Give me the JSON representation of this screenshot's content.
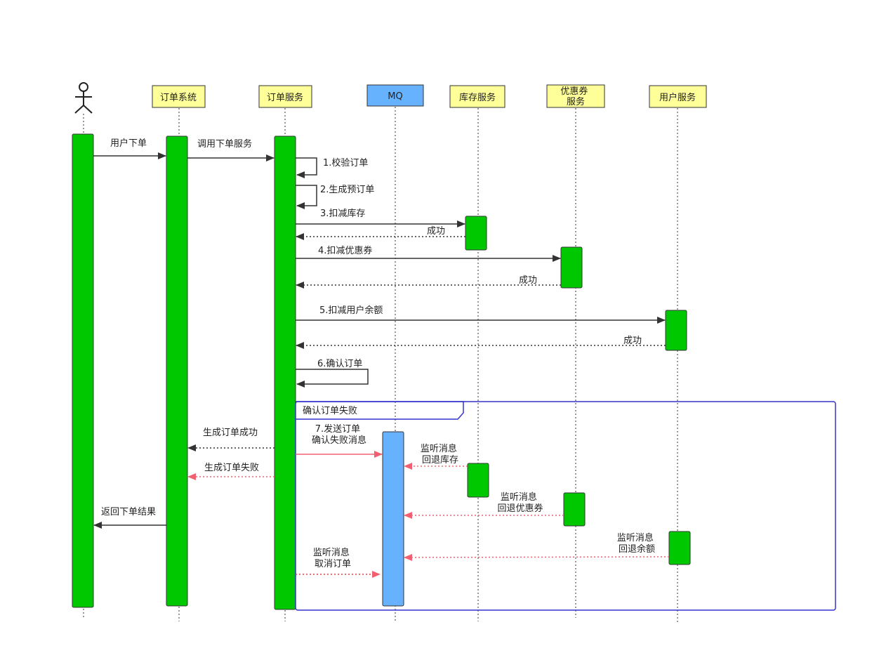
{
  "participants": [
    {
      "id": "user",
      "label": "",
      "kind": "actor"
    },
    {
      "id": "order_system",
      "label": "订单系统",
      "kind": "box"
    },
    {
      "id": "order_service",
      "label": "订单服务",
      "kind": "box"
    },
    {
      "id": "mq",
      "label": "MQ",
      "kind": "queue"
    },
    {
      "id": "inventory",
      "label": "库存服务",
      "kind": "box"
    },
    {
      "id": "coupon",
      "label": "优惠券\n服务",
      "kind": "box"
    },
    {
      "id": "user_service",
      "label": "用户服务",
      "kind": "box"
    }
  ],
  "messages": {
    "user_place_order": "用户下单",
    "call_order_service": "调用下单服务",
    "validate_order": "1.校验订单",
    "create_pre_order": "2.生成预订单",
    "deduct_inventory": "3.扣减库存",
    "inventory_success": "成功",
    "deduct_coupon": "4.扣减优惠券",
    "coupon_success": "成功",
    "deduct_balance": "5.扣减用户余额",
    "balance_success": "成功",
    "confirm_order": "6.确认订单",
    "order_created_success": "生成订单成功",
    "send_confirm_fail": "7.发送订单\n确认失败消息",
    "order_created_fail": "生成订单失败",
    "listen_rollback_inventory": "监听消息\n回退库存",
    "listen_rollback_coupon": "监听消息\n回退优惠券",
    "listen_rollback_balance": "监听消息\n回退余额",
    "return_result": "返回下单结果",
    "listen_cancel_order": "监听消息\n取消订单"
  },
  "frame": {
    "label": "确认订单失败"
  },
  "colors": {
    "participant_fill": "#ffff99",
    "activation_fill": "#00c800",
    "mq_fill": "#66b2ff",
    "frame_stroke": "#3333cc",
    "arrow_dark": "#333333",
    "arrow_red": "#f06070"
  }
}
